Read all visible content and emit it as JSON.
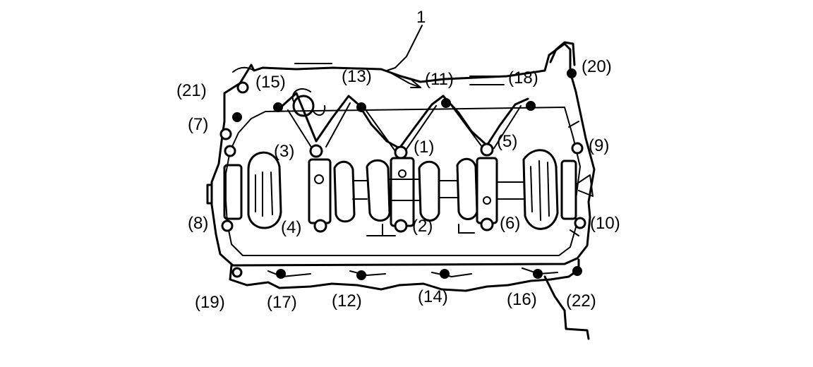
{
  "diagram": {
    "part_label": "1",
    "bolt_labels": {
      "b1": "(1)",
      "b2": "(2)",
      "b3": "(3)",
      "b4": "(4)",
      "b5": "(5)",
      "b6": "(6)",
      "b7": "(7)",
      "b8": "(8)",
      "b9": "(9)",
      "b10": "(10)",
      "b11": "(11)",
      "b12": "(12)",
      "b13": "(13)",
      "b14": "(14)",
      "b15": "(15)",
      "b16": "(16)",
      "b17": "(17)",
      "b18": "(18)",
      "b19": "(19)",
      "b20": "(20)",
      "b21": "(21)",
      "b22": "(22)"
    },
    "colors": {
      "ink": "#000000",
      "background": "#ffffff"
    }
  }
}
